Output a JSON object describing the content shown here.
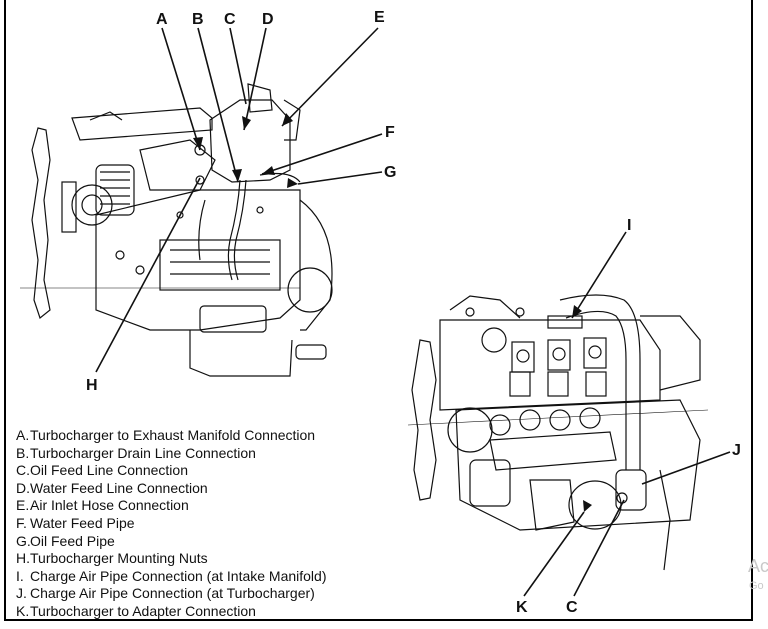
{
  "callouts": {
    "A": "A",
    "B": "B",
    "C_top": "C",
    "D": "D",
    "E": "E",
    "F": "F",
    "G": "G",
    "H": "H",
    "I": "I",
    "J": "J",
    "K": "K",
    "C_bottom": "C"
  },
  "legend": [
    {
      "key": "A.",
      "text": "Turbocharger to Exhaust Manifold Connection"
    },
    {
      "key": "B.",
      "text": "Turbocharger Drain Line Connection"
    },
    {
      "key": "C.",
      "text": "Oil Feed Line Connection"
    },
    {
      "key": "D.",
      "text": "Water Feed Line Connection"
    },
    {
      "key": "E.",
      "text": "Air Inlet Hose Connection"
    },
    {
      "key": "F.",
      "text": "Water Feed Pipe"
    },
    {
      "key": "G.",
      "text": "Oil Feed Pipe"
    },
    {
      "key": "H.",
      "text": "Turbocharger Mounting Nuts"
    },
    {
      "key": "I.",
      "text": "Charge Air Pipe Connection (at Intake Manifold)"
    },
    {
      "key": "J.",
      "text": "Charge Air Pipe Connection (at Turbocharger)"
    },
    {
      "key": "K.",
      "text": "Turbocharger to Adapter Connection"
    }
  ],
  "watermark": {
    "line1": "Ac",
    "line2": "Go"
  },
  "colors": {
    "ink": "#111111",
    "paper": "#ffffff"
  }
}
